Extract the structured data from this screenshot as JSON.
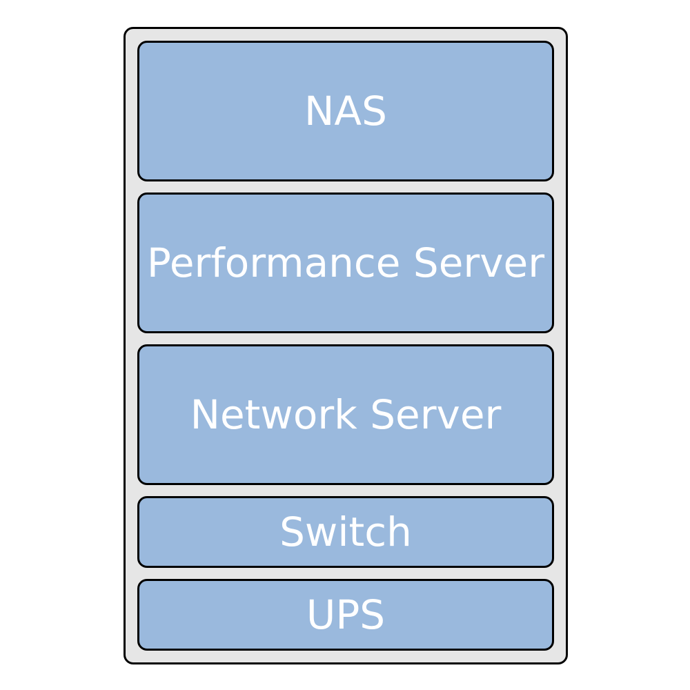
{
  "rack": {
    "units": [
      {
        "label": "NAS"
      },
      {
        "label": "Performance Server"
      },
      {
        "label": "Network Server"
      },
      {
        "label": "Switch"
      },
      {
        "label": "UPS"
      }
    ]
  },
  "colors": {
    "rack_background": "#e6e6e6",
    "unit_fill": "#9ab9dd",
    "outline": "#000000",
    "label_text": "#ffffff"
  }
}
